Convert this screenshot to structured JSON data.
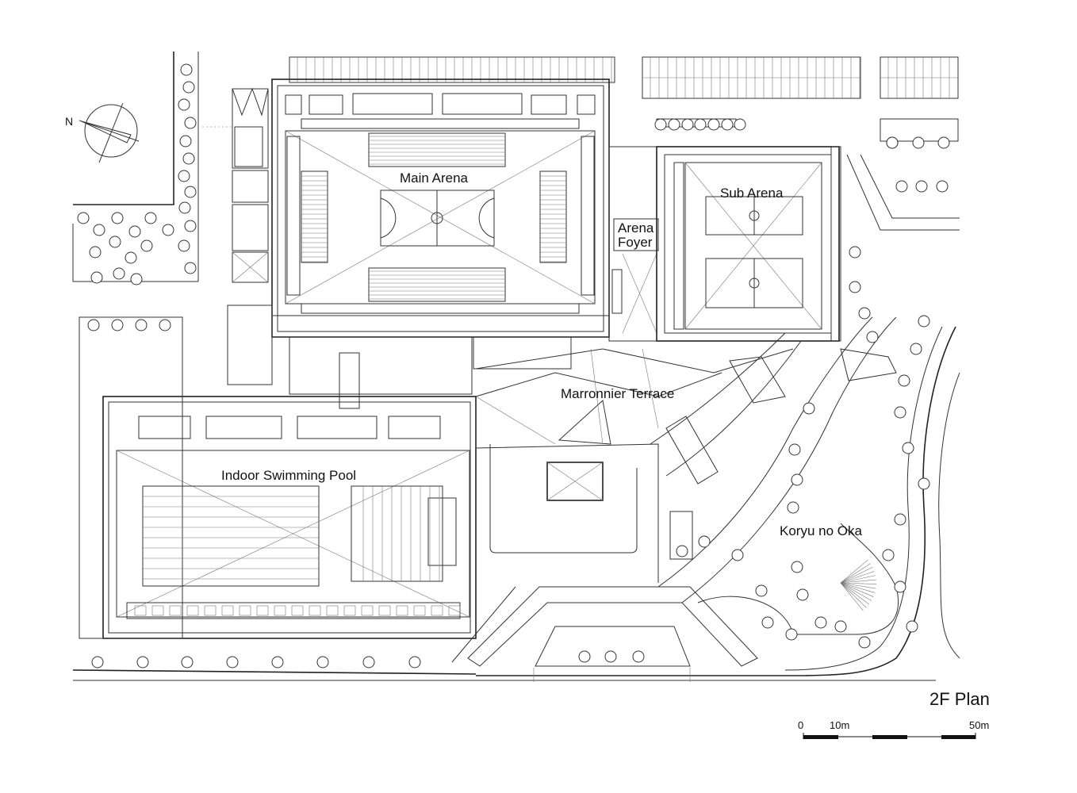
{
  "plan_title": "2F Plan",
  "labels": {
    "main_arena": "Main Arena",
    "sub_arena": "Sub Arena",
    "arena_foyer_line1": "Arena",
    "arena_foyer_line2": "Foyer",
    "marronnier_terrace": "Marronnier Terrace",
    "indoor_pool": "Indoor Swimming Pool",
    "koryu_no_oka": "Koryu no Oka"
  },
  "north_arrow": {
    "letter": "N",
    "icon": "north-arrow-icon"
  },
  "scale_bar": {
    "ticks": [
      "0",
      "10m",
      "50m"
    ]
  }
}
